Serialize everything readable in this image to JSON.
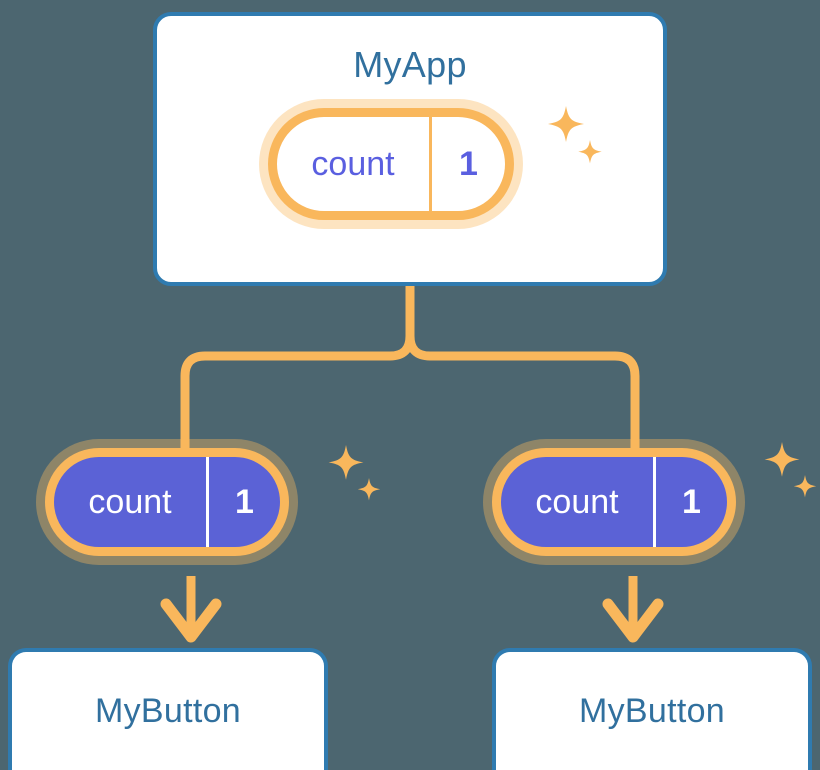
{
  "theme": {
    "background": "#4c6670",
    "card_border": "#2f7bb0",
    "card_fill": "#ffffff",
    "title_text": "#31709e",
    "accent_orange": "#f9b75c",
    "accent_orange_glow": "rgba(249,183,92,0.38)",
    "state_indigo": "#5b62d6",
    "state_text_light": "#5a5fe0",
    "state_text_on_solid": "#ffffff"
  },
  "diagram": {
    "type": "component-state-tree",
    "root": {
      "title": "MyApp",
      "state": {
        "key": "count",
        "value": "1",
        "style": "light"
      },
      "sparkle": "sparkle-icon"
    },
    "children": [
      {
        "title": "MyButton",
        "state": {
          "key": "count",
          "value": "1",
          "style": "solid"
        },
        "sparkle": "sparkle-icon"
      },
      {
        "title": "MyButton",
        "state": {
          "key": "count",
          "value": "1",
          "style": "solid"
        },
        "sparkle": "sparkle-icon"
      }
    ],
    "connectors": {
      "trunk": "vertical-branch-split",
      "arrow": "arrow-down-icon",
      "color": "#f9b75c"
    }
  }
}
